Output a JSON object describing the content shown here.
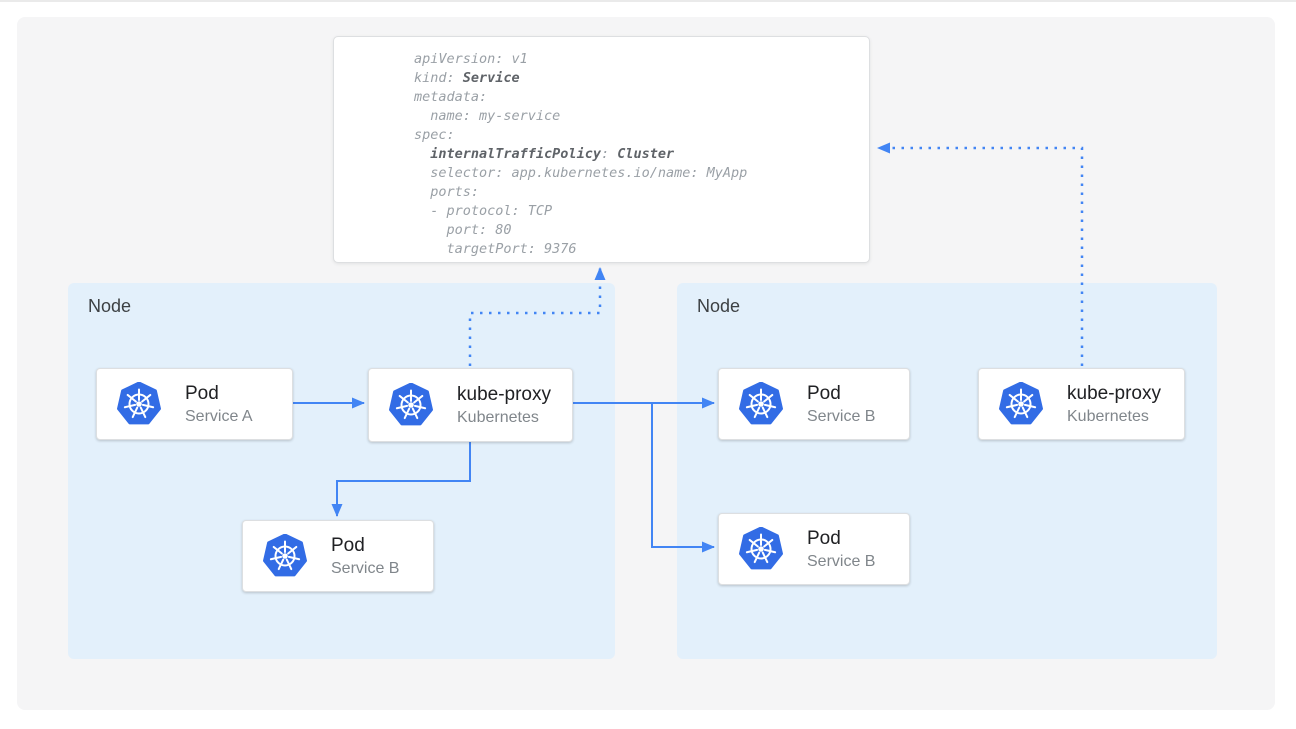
{
  "colors": {
    "accent-blue": "#4285F4",
    "k8s-blue": "#326CE5",
    "node-bg": "#E3F0FB",
    "canvas-bg": "#F5F5F6",
    "card-border": "#DDDFE1",
    "title-text": "#202124",
    "subtitle-text": "#80868B",
    "node-label-text": "#3C4043",
    "yaml-text": "#9AA0A6",
    "yaml-bold-text": "#5F6368"
  },
  "yaml_card": {
    "lines": [
      [
        {
          "t": "apiVersion: v1",
          "b": false
        }
      ],
      [
        {
          "t": "kind: ",
          "b": false
        },
        {
          "t": "Service",
          "b": true
        }
      ],
      [
        {
          "t": "metadata:",
          "b": false
        }
      ],
      [
        {
          "t": "  name: my-service",
          "b": false
        }
      ],
      [
        {
          "t": "spec:",
          "b": false
        }
      ],
      [
        {
          "t": "  ",
          "b": false
        },
        {
          "t": "internalTrafficPolicy",
          "b": true
        },
        {
          "t": ": ",
          "b": false
        },
        {
          "t": "Cluster",
          "b": true
        }
      ],
      [
        {
          "t": "  selector: app.kubernetes.io/name: MyApp",
          "b": false
        }
      ],
      [
        {
          "t": "  ports:",
          "b": false
        }
      ],
      [
        {
          "t": "  - protocol: TCP",
          "b": false
        }
      ],
      [
        {
          "t": "    port: 80",
          "b": false
        }
      ],
      [
        {
          "t": "    targetPort: 9376",
          "b": false
        }
      ]
    ]
  },
  "nodes": [
    {
      "label": "Node"
    },
    {
      "label": "Node"
    }
  ],
  "cards": [
    {
      "title": "Pod",
      "subtitle": "Service A"
    },
    {
      "title": "kube-proxy",
      "subtitle": "Kubernetes"
    },
    {
      "title": "Pod",
      "subtitle": "Service B"
    },
    {
      "title": "Pod",
      "subtitle": "Service B"
    },
    {
      "title": "Pod",
      "subtitle": "Service B"
    },
    {
      "title": "kube-proxy",
      "subtitle": "Kubernetes"
    }
  ],
  "icons": {
    "kubernetes": "kubernetes-helm-wheel"
  }
}
